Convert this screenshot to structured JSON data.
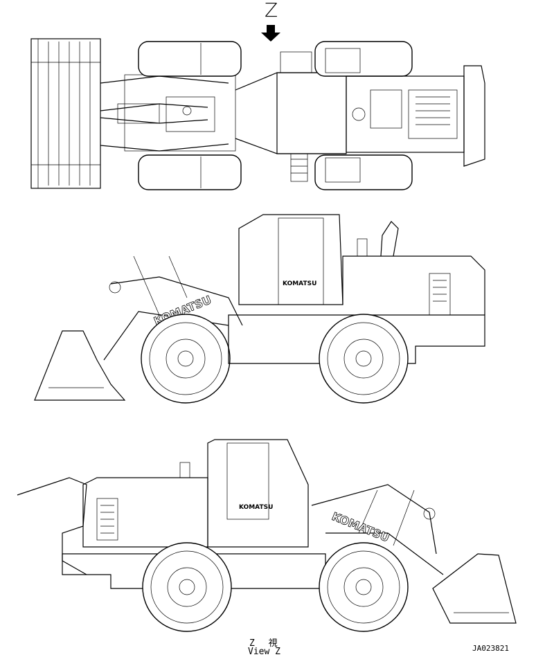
{
  "view_marker": {
    "letter": "Z",
    "arrow_icon": "down-arrow-icon"
  },
  "decals": {
    "boom_logo": "KOMATSU",
    "cab_logo": "KOMATSU"
  },
  "caption": {
    "cjk": "Z 視",
    "english": "View Z"
  },
  "drawing_number": "JA023821",
  "colors": {
    "line": "#000000",
    "background": "#ffffff"
  }
}
